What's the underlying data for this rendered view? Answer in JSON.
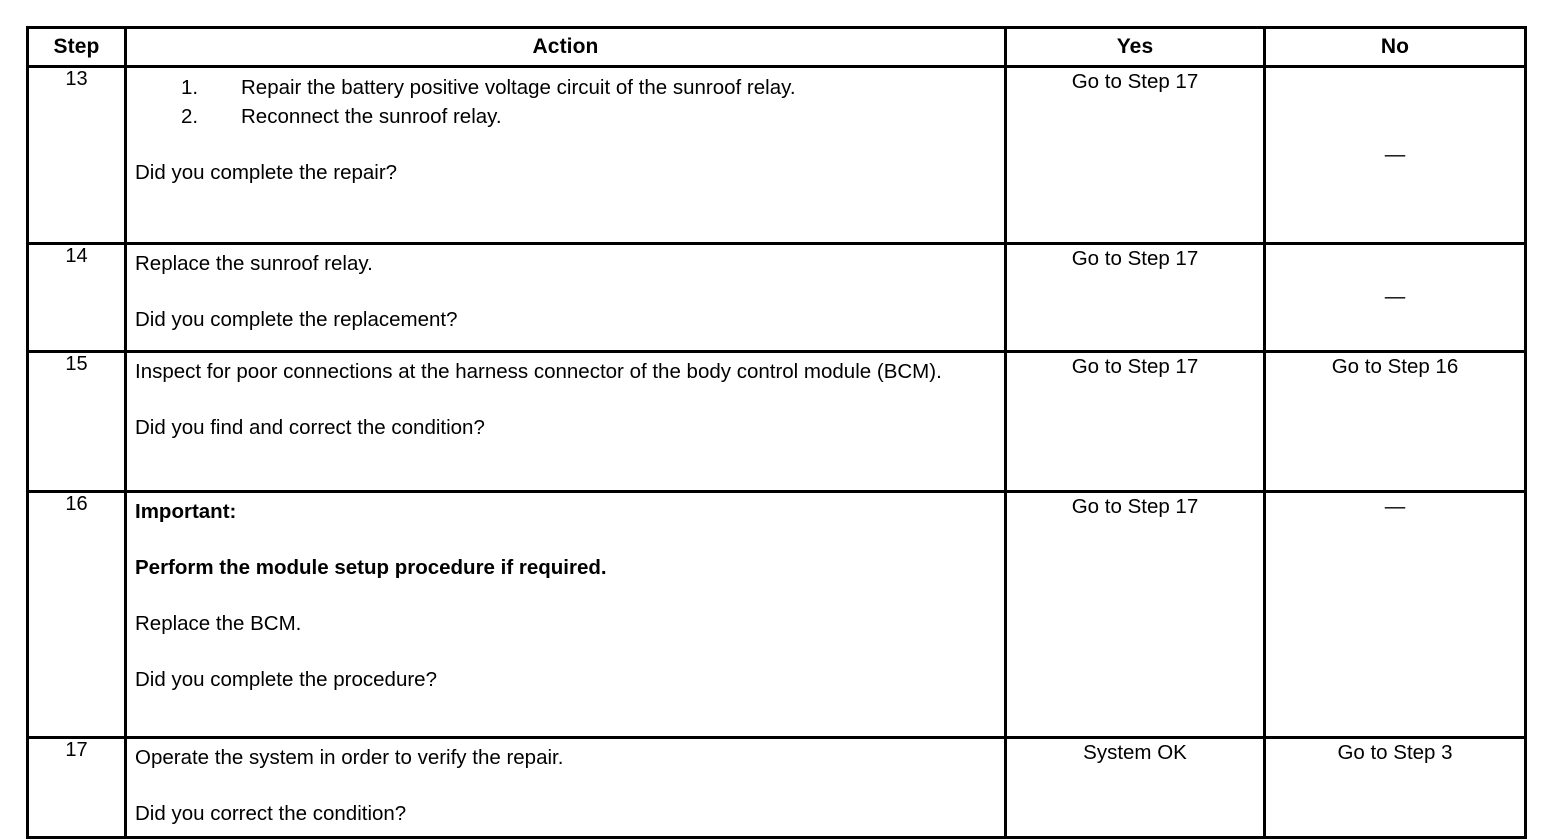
{
  "table": {
    "columns": [
      {
        "key": "step",
        "label": "Step"
      },
      {
        "key": "action",
        "label": "Action"
      },
      {
        "key": "yes",
        "label": "Yes"
      },
      {
        "key": "no",
        "label": "No"
      }
    ],
    "rows": [
      {
        "step": "13",
        "action": {
          "list": [
            {
              "num": "1.",
              "text": "Repair the battery positive voltage circuit of the sunroof relay."
            },
            {
              "num": "2.",
              "text": "Reconnect the sunroof relay."
            }
          ],
          "question": "Did you complete the repair?"
        },
        "yes": "Go to Step 17",
        "no": "—"
      },
      {
        "step": "14",
        "action": {
          "statement": "Replace the sunroof relay.",
          "question": "Did you complete the replacement?"
        },
        "yes": "Go to Step 17",
        "no": "—"
      },
      {
        "step": "15",
        "action": {
          "statement": "Inspect for poor connections at the harness connector of the body control module (BCM).",
          "question": "Did you find and correct the condition?"
        },
        "yes": "Go to Step 17",
        "no": "Go to Step 16"
      },
      {
        "step": "16",
        "action": {
          "important_label": "Important:",
          "important_text": "Perform the module setup procedure if required.",
          "statement": "Replace the BCM.",
          "question": "Did you complete the procedure?"
        },
        "yes": "Go to Step 17",
        "no": "—"
      },
      {
        "step": "17",
        "action": {
          "statement": "Operate the system in order to verify the repair.",
          "question": "Did you correct the condition?"
        },
        "yes": "System OK",
        "no": "Go to Step 3"
      }
    ]
  }
}
